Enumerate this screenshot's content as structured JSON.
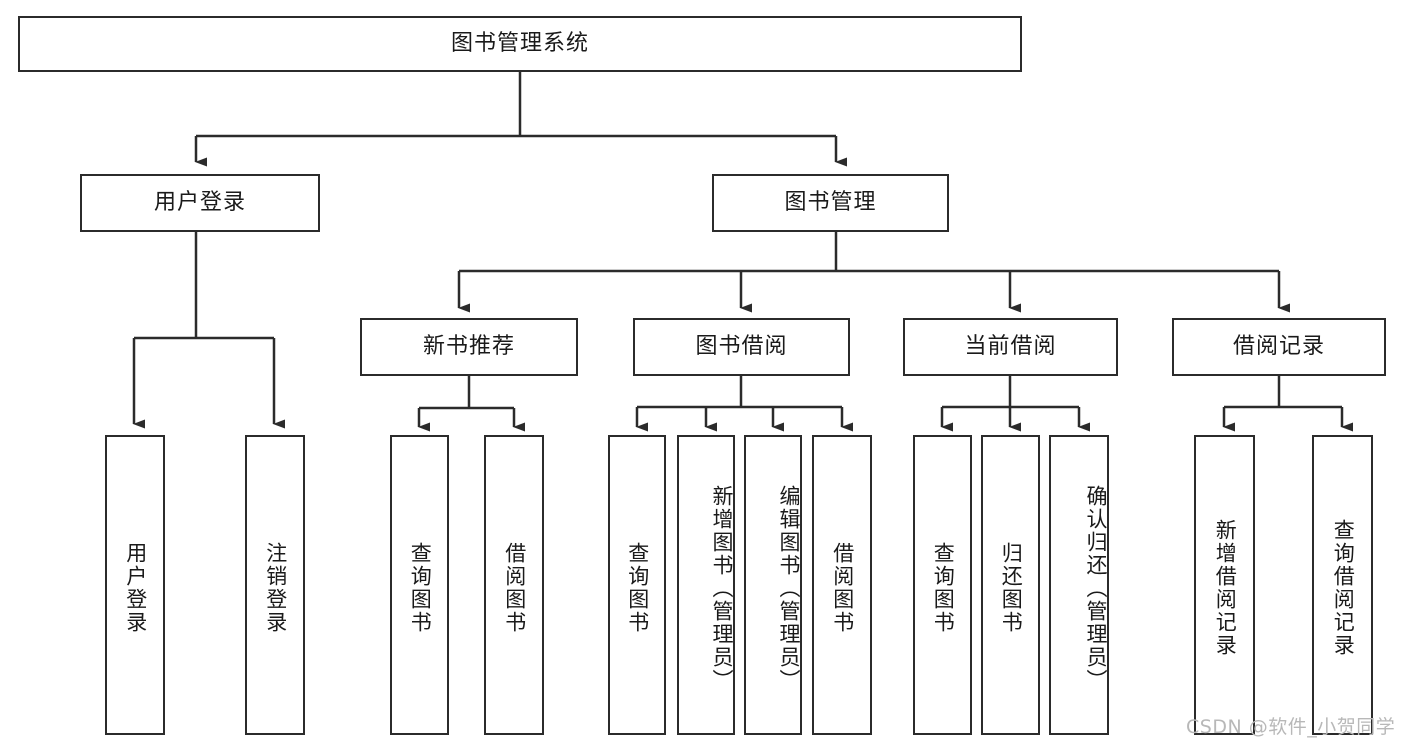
{
  "diagram": {
    "title_node": {
      "label": "图书管理系统"
    },
    "level2": [
      {
        "label": "用户登录"
      },
      {
        "label": "图书管理"
      }
    ],
    "level3": [
      {
        "label": "新书推荐"
      },
      {
        "label": "图书借阅"
      },
      {
        "label": "当前借阅"
      },
      {
        "label": "借阅记录"
      }
    ],
    "leaves": {
      "user_login": [
        {
          "label": "用户登录"
        },
        {
          "label": "注销登录"
        }
      ],
      "new_book_recommend": [
        {
          "label": "查询图书"
        },
        {
          "label": "借阅图书"
        }
      ],
      "book_borrow": [
        {
          "label": "查询图书"
        },
        {
          "label": "新增图书（管理员）"
        },
        {
          "label": "编辑图书（管理员）"
        },
        {
          "label": "借阅图书"
        }
      ],
      "current_borrow": [
        {
          "label": "查询图书"
        },
        {
          "label": "归还图书"
        },
        {
          "label": "确认归还（管理员）"
        }
      ],
      "borrow_record": [
        {
          "label": "新增借阅记录"
        },
        {
          "label": "查询借阅记录"
        }
      ]
    }
  },
  "watermark": {
    "text": "CSDN @软件_小贺同学"
  },
  "colors": {
    "stroke": "#2b2b2b",
    "background": "#ffffff",
    "text": "#1a1a1a",
    "watermark": "#b8b8b8"
  }
}
